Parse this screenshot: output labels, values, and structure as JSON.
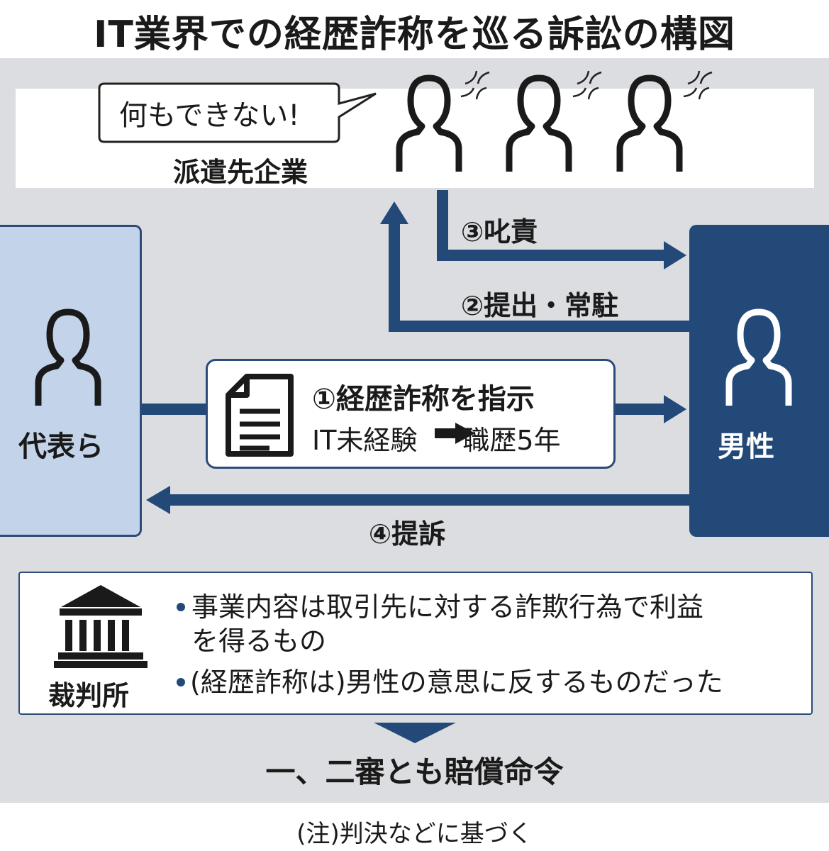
{
  "title": "IT業界での経歴詐称を巡る訴訟の構図",
  "client": {
    "label": "派遣先企業",
    "speech": "何もできない!"
  },
  "representative": {
    "label": "代表ら"
  },
  "man": {
    "label": "男性"
  },
  "arrows": {
    "step1_title": "①経歴詐称を指示",
    "step1_detail_from": "IT未経験",
    "step1_detail_to": "職歴5年",
    "step2": "②提出・常駐",
    "step3": "③叱責",
    "step4": "④提訴"
  },
  "court": {
    "label": "裁判所",
    "points": [
      {
        "line1": "事業内容は取引先に対する詐欺行為で利益",
        "line2": "を得るもの"
      },
      {
        "line1": "(経歴詐称は)男性の意思に反するものだった"
      }
    ]
  },
  "verdict": "一、二審とも賠償命令",
  "note": "(注)判決などに基づく",
  "icons": [
    "person-icon",
    "anger-mark-icon",
    "document-icon",
    "court-building-icon",
    "right-arrow-icon",
    "bullet-icon",
    "down-chevron-icon"
  ],
  "colors": {
    "navy": "#234979",
    "light_blue": "#c3d4ea",
    "panel_gray": "#dcdde0"
  }
}
